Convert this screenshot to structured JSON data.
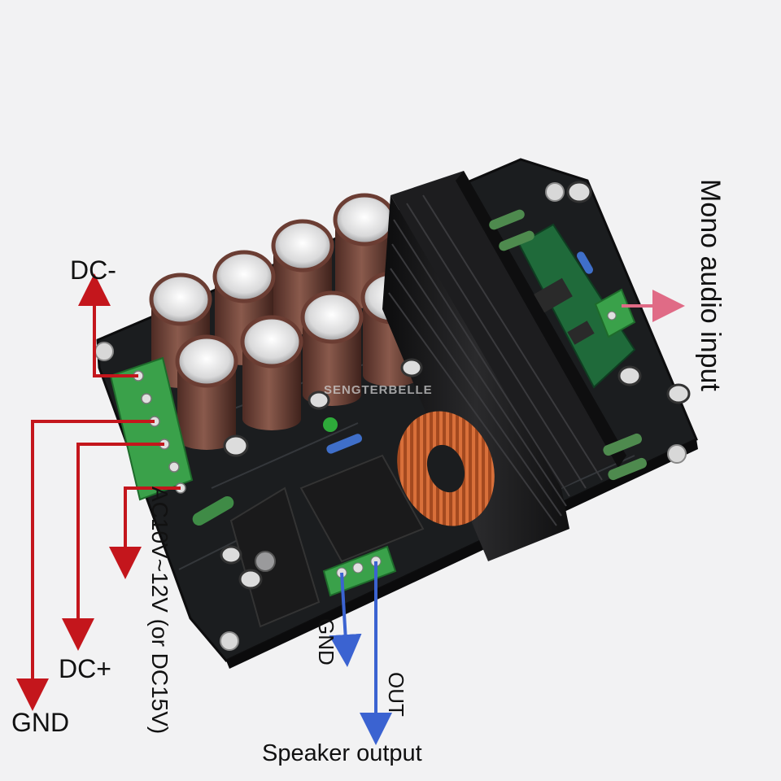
{
  "labels": {
    "dc_minus": "DC-",
    "gnd_power": "GND",
    "dc_plus": "DC+",
    "ac_input": "AC10V~12V (or DC15V)",
    "mono_input": "Mono audio input",
    "speaker_gnd": "GND",
    "speaker_out": "OUT",
    "speaker_output": "Speaker output"
  },
  "colors": {
    "background": "#f2f2f3",
    "pcb": "#1b1d1f",
    "heatsink": "#151516",
    "capacitor_sleeve": "#6b3d33",
    "terminal_block": "#3aa14a",
    "power_arrows": "#c4161c",
    "speaker_arrows": "#3b63d1",
    "input_arrow": "#e06b86"
  },
  "watermark": "SENGTERBELLE"
}
